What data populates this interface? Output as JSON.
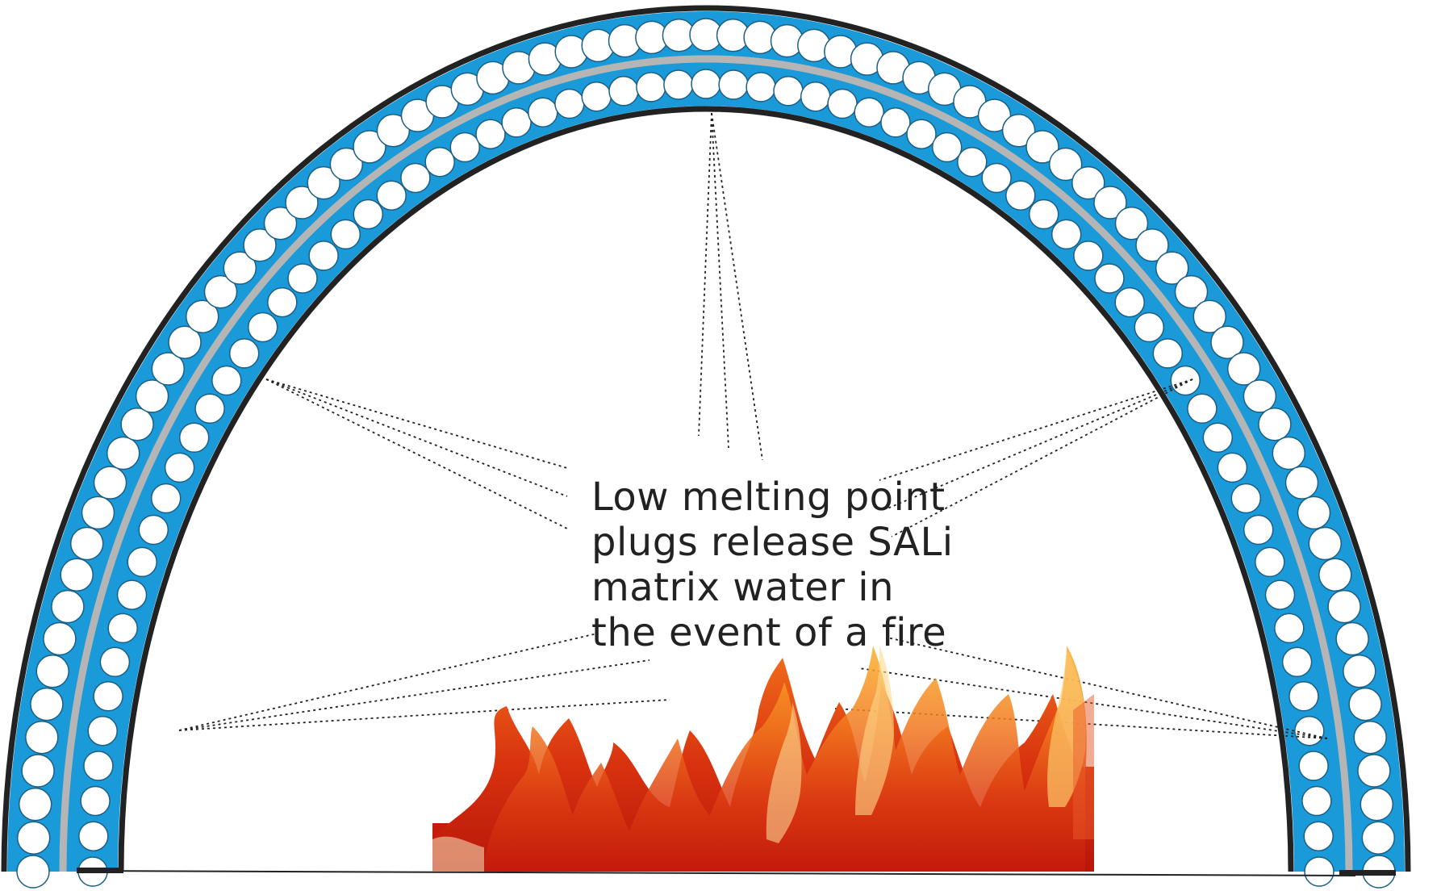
{
  "caption": {
    "lines": [
      "Low melting point",
      "plugs release SALi",
      "matrix water in",
      "the event of a fire"
    ]
  },
  "colors": {
    "outline": "#222222",
    "layer_fill": "#1a9ad9",
    "core": "#b5b5b5",
    "plug_fill": "#ffffff",
    "spray_line": "#222222",
    "flame_dark": "#c81e0e",
    "flame_mid": "#ee5a1b",
    "flame_light": "#f9a21a",
    "flame_tip": "#fde3a0"
  },
  "icons": [
    "fire-icon"
  ]
}
